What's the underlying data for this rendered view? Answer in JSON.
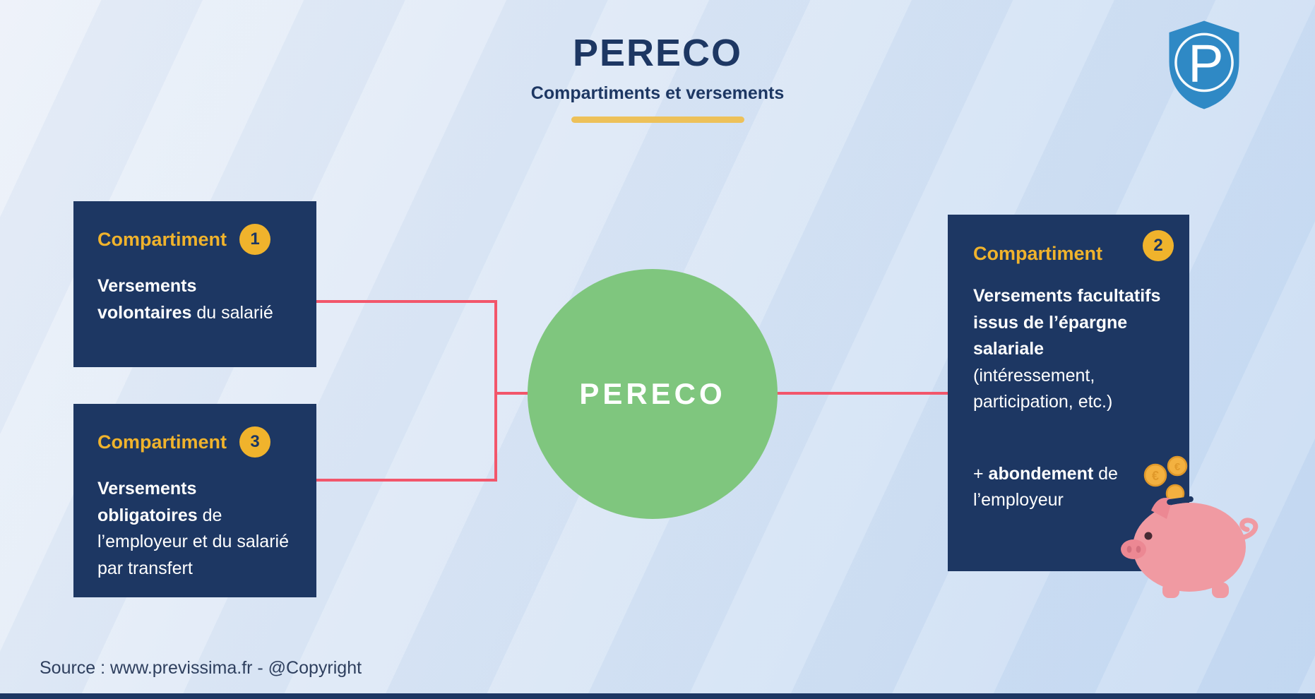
{
  "header": {
    "title": "PERECO",
    "subtitle": "Compartiments et versements"
  },
  "logo": {
    "letter": "P"
  },
  "diagram": {
    "center_label": "PERECO",
    "compartment1": {
      "label": "Compartiment",
      "number": "1",
      "text_bold": "Versements volontaires",
      "text_rest": " du salarié"
    },
    "compartment3": {
      "label": "Compartiment",
      "number": "3",
      "text_bold": "Versements obligatoires",
      "text_rest": " de l’employeur et du salarié par transfert"
    },
    "compartment2": {
      "label": "Compartiment",
      "number": "2",
      "text_bold": "Versements facultatifs issus de l’épargne salariale",
      "text_rest": " (intéressement, participation, etc.)",
      "extra_prefix": "+ ",
      "extra_bold": "abondement",
      "extra_rest": " de l’employeur"
    }
  },
  "footer": {
    "source": "Source : www.previssima.fr - @Copyright"
  },
  "colors": {
    "navy": "#1d3763",
    "yellow": "#f0b32c",
    "gold_underline": "#edc159",
    "green": "#7fc67e",
    "pink_line": "#f2566b",
    "logo_blue": "#2f89c5",
    "pig_pink": "#f09aa2"
  }
}
